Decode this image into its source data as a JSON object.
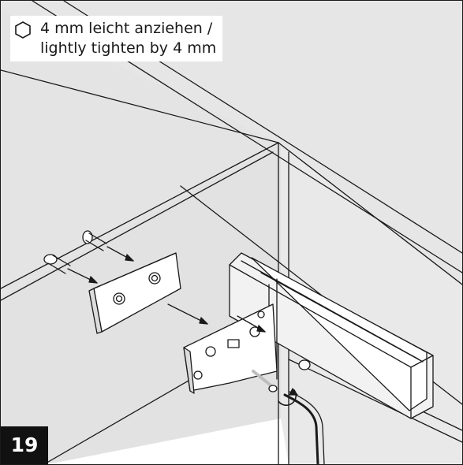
{
  "instruction": {
    "icon": "hex-key-icon",
    "line1": "4 mm leicht anziehen /",
    "line2": "lightly tighten by 4 mm"
  },
  "step": {
    "number": "19"
  },
  "colors": {
    "line": "#1a1a1a",
    "wall": "#e6e6e6",
    "wall_dark": "#d8d8d8",
    "badge": "#111111"
  }
}
